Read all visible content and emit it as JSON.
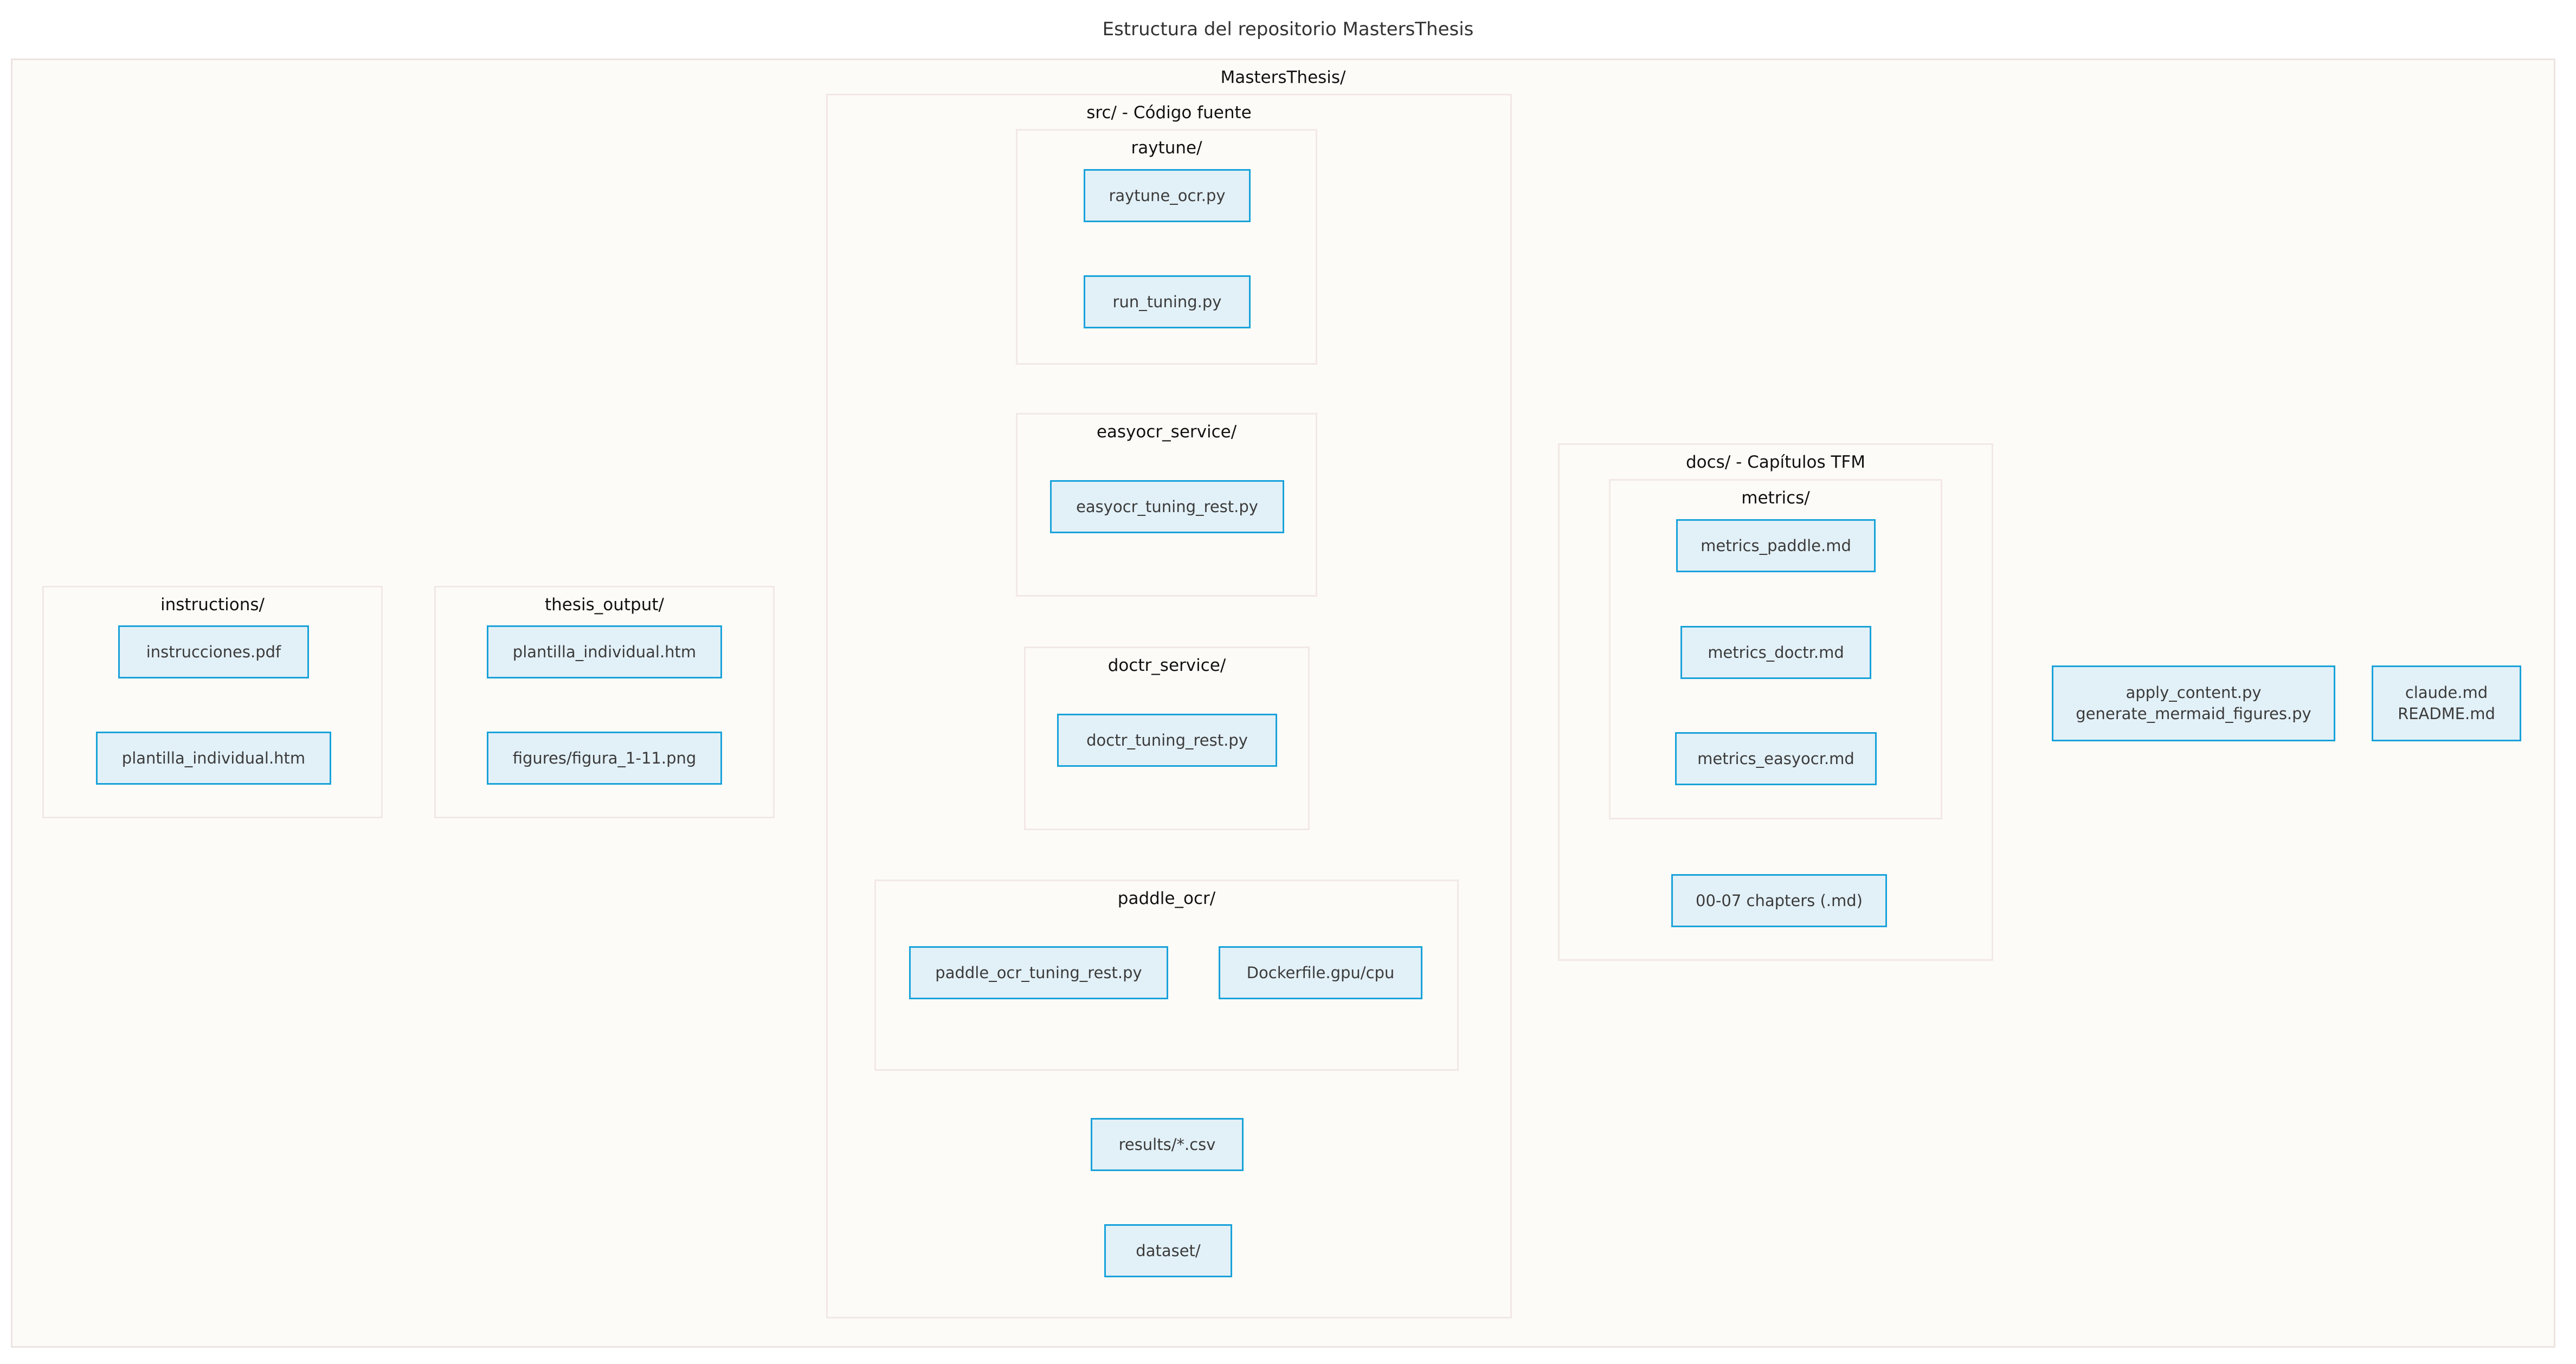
{
  "title": "Estructura del repositorio MastersThesis",
  "colors": {
    "node_fill": "#e2f0f7",
    "node_stroke": "#18a2da",
    "container_fill": "#fdfbf7",
    "container_stroke": "#ece4e2",
    "text": "#333333",
    "page_background": "#ffffff"
  },
  "root": {
    "label": "MastersThesis/"
  },
  "clusters": {
    "instructions": {
      "label": "instructions/",
      "nodes": [
        {
          "label": "instrucciones.pdf"
        },
        {
          "label": "plantilla_individual.htm"
        }
      ]
    },
    "thesis_output": {
      "label": "thesis_output/",
      "nodes": [
        {
          "label": "plantilla_individual.htm"
        },
        {
          "label": "figures/figura_1-11.png"
        }
      ]
    },
    "src": {
      "label": "src/ - Código fuente",
      "subclusters": {
        "raytune": {
          "label": "raytune/",
          "nodes": [
            {
              "label": "raytune_ocr.py"
            },
            {
              "label": "run_tuning.py"
            }
          ]
        },
        "easyocr_service": {
          "label": "easyocr_service/",
          "nodes": [
            {
              "label": "easyocr_tuning_rest.py"
            }
          ]
        },
        "doctr_service": {
          "label": "doctr_service/",
          "nodes": [
            {
              "label": "doctr_tuning_rest.py"
            }
          ]
        },
        "paddle_ocr": {
          "label": "paddle_ocr/",
          "nodes": [
            {
              "label": "paddle_ocr_tuning_rest.py"
            },
            {
              "label": "Dockerfile.gpu/cpu"
            }
          ]
        }
      },
      "nodes": [
        {
          "label": "results/*.csv"
        },
        {
          "label": "dataset/"
        }
      ]
    },
    "docs": {
      "label": "docs/ - Capítulos TFM",
      "subclusters": {
        "metrics": {
          "label": "metrics/",
          "nodes": [
            {
              "label": "metrics_paddle.md"
            },
            {
              "label": "metrics_doctr.md"
            },
            {
              "label": "metrics_easyocr.md"
            }
          ]
        }
      },
      "nodes": [
        {
          "label": "00-07 chapters (.md)"
        }
      ]
    }
  },
  "standalone_nodes": [
    {
      "line1": "apply_content.py",
      "line2": "generate_mermaid_figures.py"
    },
    {
      "line1": "claude.md",
      "line2": "README.md"
    }
  ]
}
